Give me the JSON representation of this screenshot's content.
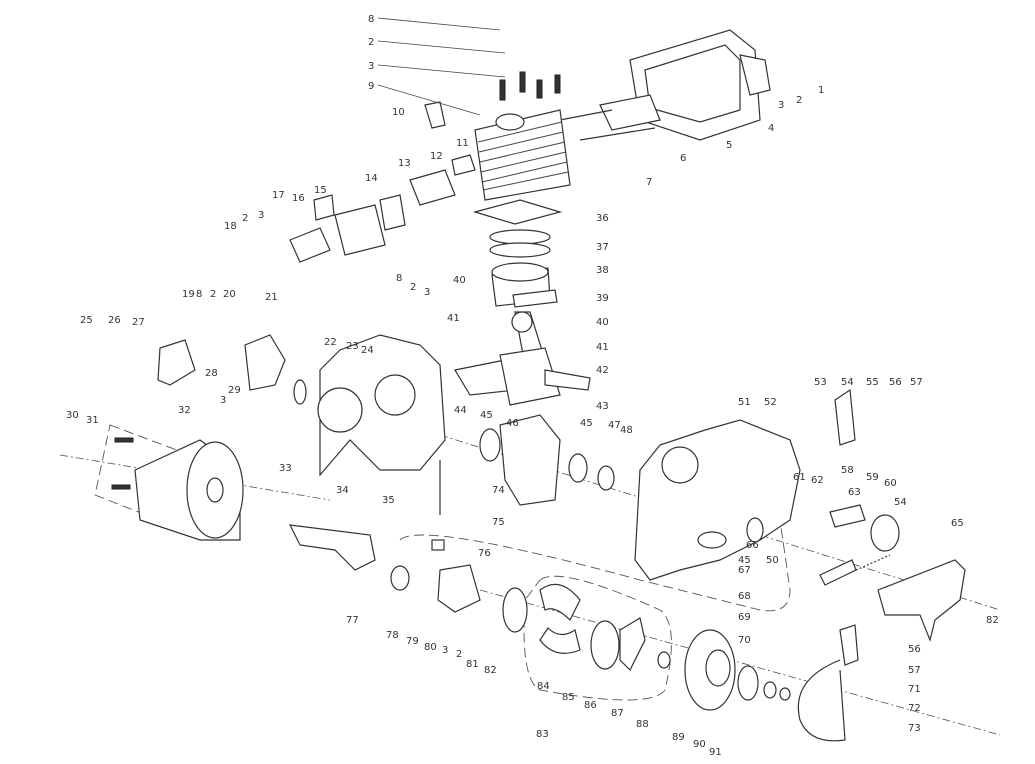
{
  "diagram": {
    "title_visible": false,
    "callouts": [
      "8",
      "2",
      "3",
      "9",
      "10",
      "1",
      "2",
      "3",
      "4",
      "5",
      "6",
      "7",
      "11",
      "12",
      "13",
      "14",
      "15",
      "16",
      "17",
      "18",
      "2",
      "3",
      "36",
      "37",
      "38",
      "39",
      "40",
      "40",
      "41",
      "41",
      "42",
      "43",
      "8",
      "2",
      "3",
      "19",
      "8",
      "2",
      "20",
      "21",
      "25",
      "26",
      "27",
      "28",
      "29",
      "3",
      "22",
      "23",
      "24",
      "44",
      "45",
      "46",
      "45",
      "47",
      "48",
      "30",
      "31",
      "32",
      "33",
      "34",
      "35",
      "74",
      "75",
      "51",
      "52",
      "53",
      "54",
      "55",
      "56",
      "57",
      "58",
      "59",
      "60",
      "61",
      "62",
      "63",
      "54",
      "65",
      "45",
      "50",
      "66",
      "67",
      "68",
      "69",
      "70",
      "56",
      "57",
      "71",
      "72",
      "73",
      "76",
      "77",
      "78",
      "79",
      "80",
      "3",
      "2",
      "81",
      "82",
      "82",
      "83",
      "84",
      "85",
      "86",
      "87",
      "88",
      "89",
      "90",
      "91"
    ]
  }
}
